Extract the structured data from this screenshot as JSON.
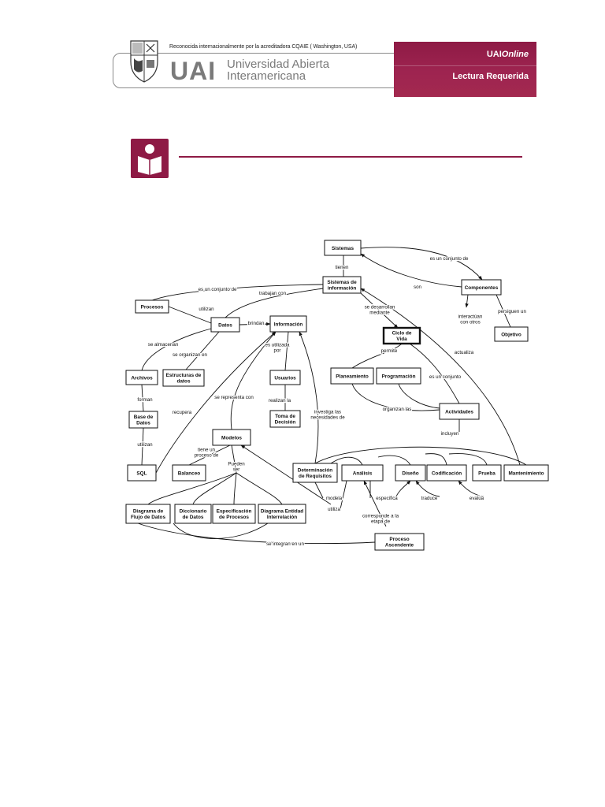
{
  "header": {
    "accreditation": "Reconocida internacionalmente por la acreditadora CQAIE ( Washington, USA)",
    "acronym": "UAI",
    "university_line1": "Universidad Abierta",
    "university_line2": "Interamericana",
    "brand_prefix": "UAI",
    "brand_suffix": "Online",
    "section": "Lectura Requerida"
  },
  "colors": {
    "accent": "#8e1a45",
    "box": "#111111"
  },
  "concept_map": {
    "nodes": [
      {
        "id": "sistemas",
        "lines": [
          "Sistemas"
        ]
      },
      {
        "id": "si",
        "lines": [
          "Sistemas de",
          "información"
        ]
      },
      {
        "id": "componentes",
        "lines": [
          "Componentes"
        ]
      },
      {
        "id": "objetivo",
        "lines": [
          "Objetivo"
        ]
      },
      {
        "id": "procesos",
        "lines": [
          "Procesos"
        ]
      },
      {
        "id": "datos",
        "lines": [
          "Datos"
        ]
      },
      {
        "id": "informacion",
        "lines": [
          "Información"
        ]
      },
      {
        "id": "ciclo",
        "lines": [
          "Ciclo de",
          "Vida"
        ]
      },
      {
        "id": "archivos",
        "lines": [
          "Archivos"
        ]
      },
      {
        "id": "estructuras",
        "lines": [
          "Estructuras de",
          "datos"
        ]
      },
      {
        "id": "usuarios",
        "lines": [
          "Usuarios"
        ]
      },
      {
        "id": "planeamiento",
        "lines": [
          "Planeamiento"
        ]
      },
      {
        "id": "programacion",
        "lines": [
          "Programación"
        ]
      },
      {
        "id": "basedatos",
        "lines": [
          "Base de",
          "Datos"
        ]
      },
      {
        "id": "toma",
        "lines": [
          "Toma de",
          "Decisión"
        ]
      },
      {
        "id": "actividades",
        "lines": [
          "Actividades"
        ]
      },
      {
        "id": "modelos",
        "lines": [
          "Modelos"
        ]
      },
      {
        "id": "sql",
        "lines": [
          "SQL"
        ]
      },
      {
        "id": "balanceo",
        "lines": [
          "Balanceo"
        ]
      },
      {
        "id": "determinacion",
        "lines": [
          "Determinación",
          "de Requisitos"
        ]
      },
      {
        "id": "analisis",
        "lines": [
          "Análisis"
        ]
      },
      {
        "id": "diseno",
        "lines": [
          "Diseño"
        ]
      },
      {
        "id": "codificacion",
        "lines": [
          "Codificación"
        ]
      },
      {
        "id": "prueba",
        "lines": [
          "Prueba"
        ]
      },
      {
        "id": "mantenimiento",
        "lines": [
          "Mantenimiento"
        ]
      },
      {
        "id": "dfd",
        "lines": [
          "Diagrama de",
          "Flujo de Datos"
        ]
      },
      {
        "id": "diccionario",
        "lines": [
          "Diccionario",
          "de Datos"
        ]
      },
      {
        "id": "especificacion",
        "lines": [
          "Especificación",
          "de Procesos"
        ]
      },
      {
        "id": "der",
        "lines": [
          "Diagrama Entidad",
          "Interrelación"
        ]
      },
      {
        "id": "proceso_asc",
        "lines": [
          "Proceso",
          "Ascendente"
        ]
      }
    ],
    "edge_labels": [
      {
        "id": "l1",
        "lines": [
          "es un conjunto de"
        ]
      },
      {
        "id": "l2",
        "lines": [
          "tienen"
        ]
      },
      {
        "id": "l3",
        "lines": [
          "son"
        ]
      },
      {
        "id": "l4",
        "lines": [
          "es un conjunto de"
        ]
      },
      {
        "id": "l5",
        "lines": [
          "trabajan con"
        ]
      },
      {
        "id": "l6",
        "lines": [
          "se desarrollan",
          "mediante"
        ]
      },
      {
        "id": "l7",
        "lines": [
          "interactúan",
          "con otros"
        ]
      },
      {
        "id": "l8",
        "lines": [
          "persiguen un"
        ]
      },
      {
        "id": "l9",
        "lines": [
          "utilizan"
        ]
      },
      {
        "id": "l10",
        "lines": [
          "brindan"
        ]
      },
      {
        "id": "l11",
        "lines": [
          "actualiza"
        ]
      },
      {
        "id": "l12",
        "lines": [
          "se almacenan"
        ]
      },
      {
        "id": "l13",
        "lines": [
          "se organizan en"
        ]
      },
      {
        "id": "l14",
        "lines": [
          "es utilizada",
          "por"
        ]
      },
      {
        "id": "l15",
        "lines": [
          "permite"
        ]
      },
      {
        "id": "l16",
        "lines": [
          "es un conjunto"
        ]
      },
      {
        "id": "l17",
        "lines": [
          "forman"
        ]
      },
      {
        "id": "l18",
        "lines": [
          "se representa con"
        ]
      },
      {
        "id": "l19",
        "lines": [
          "recupera"
        ]
      },
      {
        "id": "l20",
        "lines": [
          "realizan la"
        ]
      },
      {
        "id": "l21",
        "lines": [
          "investiga las",
          "necesidades de"
        ]
      },
      {
        "id": "l22",
        "lines": [
          "organizan las"
        ]
      },
      {
        "id": "l23",
        "lines": [
          "utilizan"
        ]
      },
      {
        "id": "l24",
        "lines": [
          "incluyen"
        ]
      },
      {
        "id": "l25",
        "lines": [
          "tiene un",
          "proceso de"
        ]
      },
      {
        "id": "l26",
        "lines": [
          "Pueden",
          "ser"
        ]
      },
      {
        "id": "l27",
        "lines": [
          "modela"
        ]
      },
      {
        "id": "l28",
        "lines": [
          "utiliza"
        ]
      },
      {
        "id": "l29",
        "lines": [
          "especifica"
        ]
      },
      {
        "id": "l30",
        "lines": [
          "traduce"
        ]
      },
      {
        "id": "l31",
        "lines": [
          "evalúa"
        ]
      },
      {
        "id": "l32",
        "lines": [
          "corresponde a la",
          "etapa de"
        ]
      },
      {
        "id": "l33",
        "lines": [
          "se integran en un"
        ]
      }
    ]
  }
}
